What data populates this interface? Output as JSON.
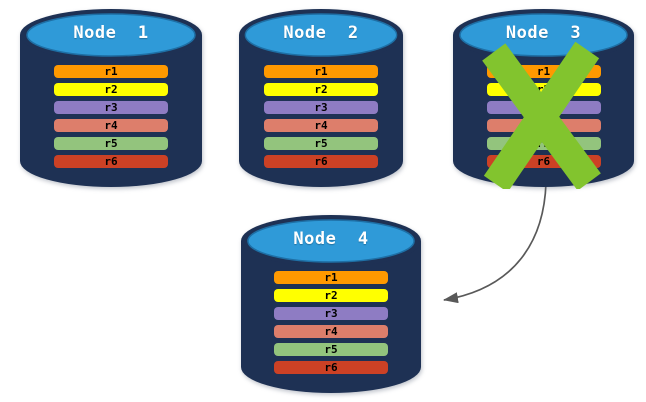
{
  "nodes": [
    {
      "label": "Node  1",
      "status": "active"
    },
    {
      "label": "Node  2",
      "status": "active"
    },
    {
      "label": "Node  3",
      "status": "failed"
    },
    {
      "label": "Node  4",
      "status": "active"
    }
  ],
  "records": [
    {
      "label": "r1",
      "color": "#FF9900"
    },
    {
      "label": "r2",
      "color": "#FFFF00"
    },
    {
      "label": "r3",
      "color": "#8E7CC3"
    },
    {
      "label": "r4",
      "color": "#DD7E6B"
    },
    {
      "label": "r5",
      "color": "#93C47D"
    },
    {
      "label": "r6",
      "color": "#CC4125"
    }
  ],
  "icons": {
    "database_cylinder": "database-cylinder-icon",
    "failure_cross": "x-mark-icon",
    "recovery_arrow": "curved-arrow-icon"
  },
  "colors": {
    "cylinder_body": "#1E3154",
    "cylinder_top": "#2F9AD8",
    "cylinder_top_edge": "#1E6FA5",
    "cross": "#82C42E",
    "arrow": "#595959",
    "node_label_text": "#FFFFFF",
    "record_text": "#000000"
  }
}
